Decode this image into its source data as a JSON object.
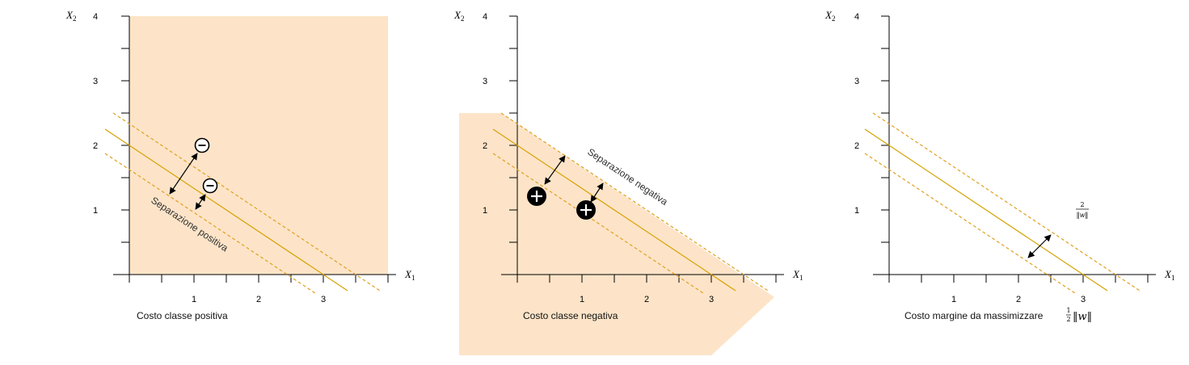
{
  "colors": {
    "region": "#fde4c8",
    "hyperplane": "#d4a100",
    "margin": "#e0a020"
  },
  "axes": {
    "x_label": "X",
    "x_sub": "1",
    "y_label": "X",
    "y_sub": "2",
    "x_ticks": [
      "1",
      "2",
      "3"
    ],
    "y_ticks": [
      "1",
      "2",
      "3",
      "4"
    ]
  },
  "panels": [
    {
      "caption": "Costo classe positiva",
      "separation_label": "Separazione positiva",
      "points": [
        {
          "symbol": "minus-icon",
          "x1": 1.12,
          "x2": 2.0
        },
        {
          "symbol": "minus-icon",
          "x1": 1.25,
          "x2": 1.38
        }
      ]
    },
    {
      "caption": "Costo classe negativa",
      "separation_label": "Separazione negativa",
      "points": [
        {
          "symbol": "plus-icon",
          "x1": 0.3,
          "x2": 1.22
        },
        {
          "symbol": "plus-icon",
          "x1": 1.07,
          "x2": 1.0
        }
      ]
    },
    {
      "caption": "Costo margine da massimizzare",
      "margin_label": {
        "num": "2",
        "den": "‖w‖"
      },
      "cost_formula": {
        "num": "1",
        "den": "2",
        "expr": "‖w‖"
      }
    }
  ]
}
